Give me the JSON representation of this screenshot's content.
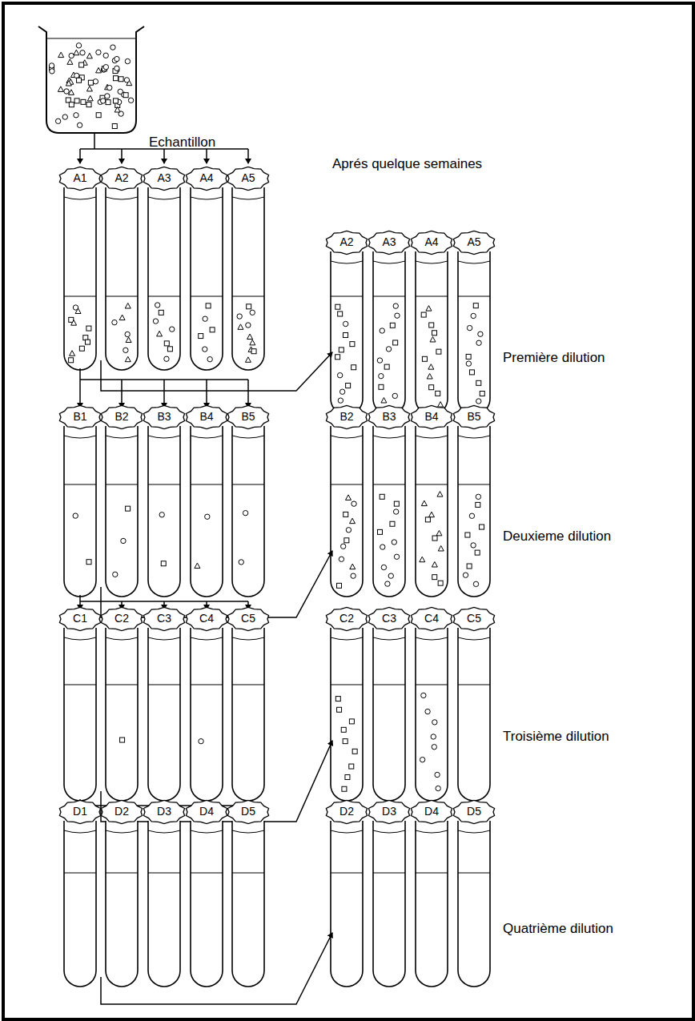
{
  "diagram": {
    "labels": [
      "Echantillon",
      "Aprés quelque semaines",
      "A1",
      "A2",
      "A3",
      "A4",
      "A5",
      "A2",
      "A3",
      "A4",
      "A5",
      "Première dilution",
      "B1",
      "B2",
      "B3",
      "B4",
      "B5",
      "B2",
      "B3",
      "B4",
      "B5",
      "Deuxieme dilution",
      "C1",
      "C2",
      "C3",
      "C4",
      "C5",
      "C2",
      "C3",
      "C4",
      "C5",
      "Troisième dilution",
      "D1",
      "D2",
      "D3",
      "D4",
      "D5",
      "D2",
      "D3",
      "D4",
      "D5",
      "Quatrième dilution"
    ]
  }
}
